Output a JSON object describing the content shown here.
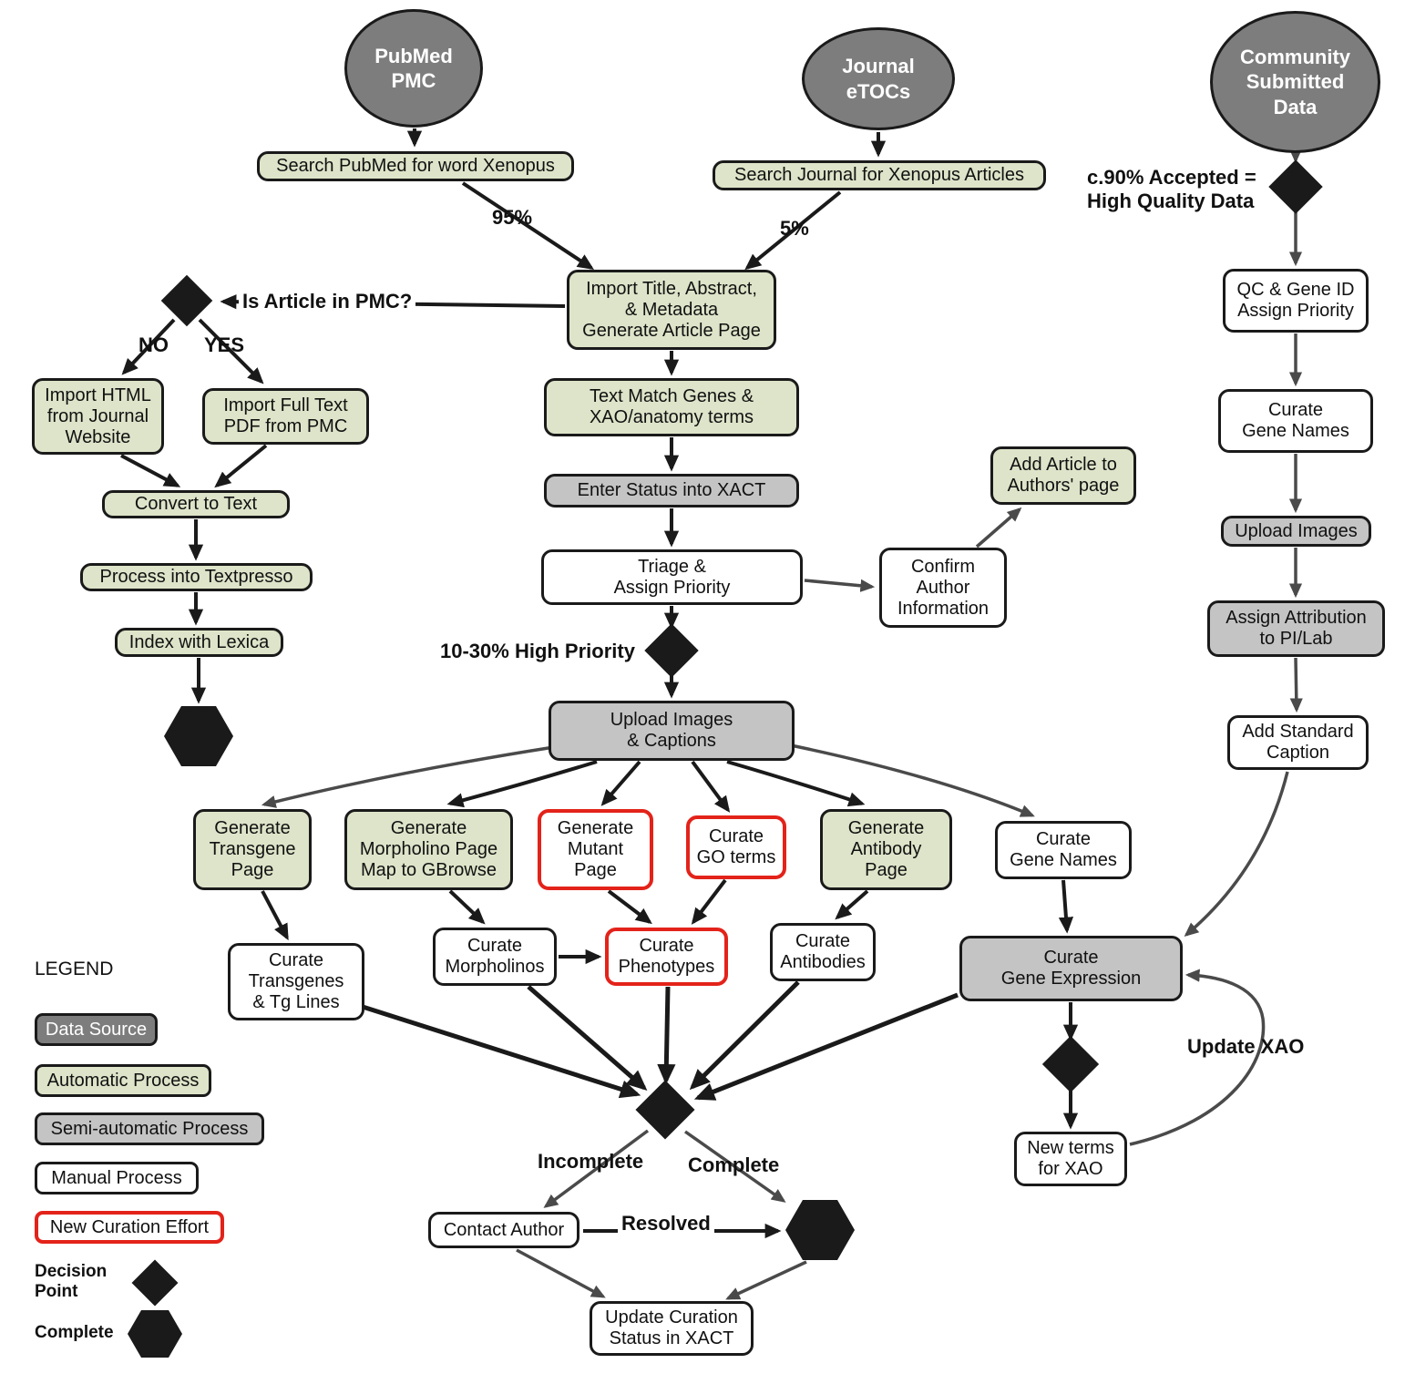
{
  "nodes": {
    "pubmed_pmc": "PubMed\nPMC",
    "journal_etocs": "Journal\neTOCs",
    "community_submitted": "Community\nSubmitted\nData",
    "search_pubmed": "Search PubMed for word Xenopus",
    "search_journal": "Search Journal for Xenopus Articles",
    "import_title": "Import Title, Abstract,\n& Metadata\nGenerate Article Page",
    "text_match": "Text Match Genes &\nXAO/anatomy terms",
    "import_html": "Import HTML\nfrom Journal\nWebsite",
    "import_pdf": "Import Full Text\nPDF from PMC",
    "convert_text": "Convert to Text",
    "process_textpresso": "Process into Textpresso",
    "index_lexica": "Index with Lexica",
    "enter_status_xact": "Enter Status into XACT",
    "triage": "Triage &\nAssign Priority",
    "confirm_author": "Confirm\nAuthor\nInformation",
    "add_article_authors": "Add Article to\nAuthors' page",
    "qc_gene_id": "QC & Gene ID\nAssign Priority",
    "curate_gene_names_right": "Curate\nGene Names",
    "upload_images": "Upload Images",
    "assign_attribution": "Assign Attribution\nto PI/Lab",
    "add_standard_caption": "Add Standard\nCaption",
    "upload_images_captions": "Upload Images\n& Captions",
    "generate_transgene": "Generate\nTransgene\nPage",
    "generate_morpholino": "Generate\nMorpholino Page\nMap to GBrowse",
    "generate_mutant": "Generate\nMutant\nPage",
    "curate_go_terms": "Curate\nGO terms",
    "generate_antibody": "Generate\nAntibody\nPage",
    "curate_gene_names_mid": "Curate\nGene Names",
    "curate_transgenes": "Curate\nTransgenes\n& Tg Lines",
    "curate_morpholinos": "Curate\nMorpholinos",
    "curate_phenotypes": "Curate\nPhenotypes",
    "curate_antibodies": "Curate\nAntibodies",
    "curate_gene_expression": "Curate\nGene Expression",
    "new_terms_xao": "New terms\nfor XAO",
    "contact_author": "Contact Author",
    "update_curation_status": "Update Curation\nStatus in XACT"
  },
  "edge_labels": {
    "pct_95": "95%",
    "pct_5": "5%",
    "is_article_in_pmc": "Is Article in PMC?",
    "no": "NO",
    "yes": "YES",
    "accepted_rate": "c.90% Accepted =\nHigh Quality Data",
    "high_priority": "10-30% High Priority",
    "incomplete": "Incomplete",
    "complete": "Complete",
    "resolved": "Resolved",
    "update_xao": "Update XAO"
  },
  "legend": {
    "title": "LEGEND",
    "data_source": "Data Source",
    "automatic_process": "Automatic Process",
    "semi_automatic_process": "Semi-automatic Process",
    "manual_process": "Manual Process",
    "new_curation_effort": "New Curation Effort",
    "decision_point": "Decision\nPoint",
    "complete": "Complete"
  },
  "colors": {
    "data_source_fill": "#7d7d7d",
    "automatic_fill": "#dde4c9",
    "semi_automatic_fill": "#c4c4c4",
    "manual_fill": "#ffffff",
    "new_curation_border": "#e3231a",
    "node_border": "#1a1a1a"
  }
}
